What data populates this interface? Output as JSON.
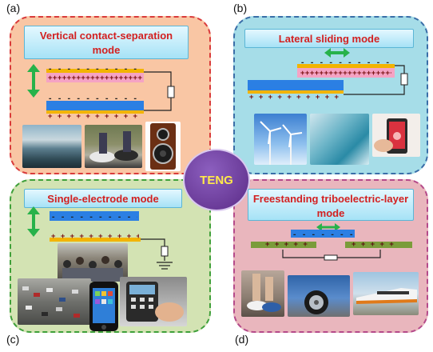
{
  "center": {
    "label": "TENG"
  },
  "panels": [
    {
      "letter": "(a)",
      "title_line1": "Vertical contact-separation",
      "title_line2": "mode",
      "bg": "#f9c6a4",
      "border": "#d93b3b"
    },
    {
      "letter": "(b)",
      "title_line1": "Lateral sliding mode",
      "title_line2": "",
      "bg": "#a6dde8",
      "border": "#3a6ea8"
    },
    {
      "letter": "(c)",
      "title_line1": "Single-electrode mode",
      "title_line2": "",
      "bg": "#d3e3b3",
      "border": "#3fa03a"
    },
    {
      "letter": "(d)",
      "title_line1": "Freestanding triboelectric-layer",
      "title_line2": "mode",
      "bg": "#e9b6bd",
      "border": "#b54a8a"
    }
  ],
  "charges": {
    "plus": "++++++++++++++++++++++++++++++++",
    "minus": "- - - - - - - - - - - - - - - - - - - - -",
    "plus_spaced": "+ + + + + + + + + + + + + + + + + + +"
  },
  "colors": {
    "electrode_blue": "#2b7fe3",
    "dielectric_pink": "#f5a3c4",
    "metal_yellow": "#f2b400",
    "arrow_green": "#27b24a",
    "film_green": "#7a9c3a"
  },
  "photos": {
    "a": [
      "ocean-waves-photo",
      "walking-shoes-photo",
      "loudspeaker-photo"
    ],
    "b": [
      "wind-turbines-photo",
      "ocean-wave-photo",
      "smartphone-touch-photo"
    ],
    "c": [
      "crowd-photo",
      "traffic-photo",
      "iphone-photo",
      "keypad-photo"
    ],
    "d": [
      "running-feet-photo",
      "car-tire-photo",
      "high-speed-train-photo"
    ]
  }
}
